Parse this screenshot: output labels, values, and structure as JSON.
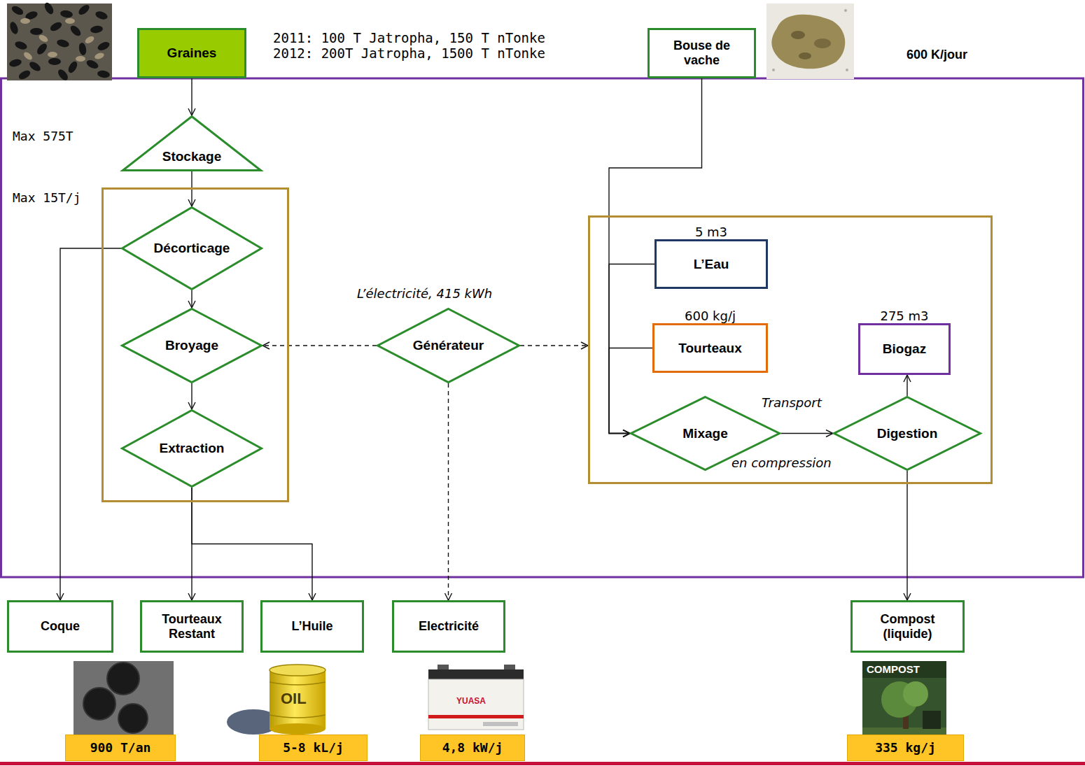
{
  "diagram": {
    "nodes": [
      {
        "text": [
          "Graines"
        ]
      },
      {
        "text": [
          "Bouse de vache"
        ]
      },
      {
        "text": [
          "Stockage"
        ]
      },
      {
        "text": [
          "Max 15T/j"
        ]
      },
      {
        "text": [
          "Décorticage"
        ],
        "in": 3
      },
      {
        "text": [
          "Broyage"
        ],
        "in": 3
      },
      {
        "text": [
          "Extraction"
        ],
        "in": 3
      },
      {
        "text": [
          "Générateur"
        ]
      },
      {
        "text": []
      },
      {
        "text": [
          "5 m3",
          "L’Eau"
        ],
        "in": 8
      },
      {
        "text": [
          "600 kg/j",
          "Tourteaux"
        ],
        "in": 8
      },
      {
        "text": [
          "275 m3",
          "Biogaz"
        ],
        "in": 8
      },
      {
        "text": [
          "Mixage"
        ],
        "in": 8
      },
      {
        "text": [
          "Digestion"
        ],
        "in": 8
      },
      {
        "text": [
          "Coque"
        ]
      },
      {
        "text": [
          "Tourteaux Restant"
        ]
      },
      {
        "text": [
          "L’Huile"
        ]
      },
      {
        "text": [
          "Electricité"
        ]
      },
      {
        "text": [
          "Compost (liquide)"
        ]
      },
      {
        "text": [
          "900 T/an"
        ]
      },
      {
        "text": [
          "5-8 kL/j"
        ]
      },
      {
        "text": [
          "4,8 kW/j"
        ]
      },
      {
        "text": [
          "335 kg/j"
        ]
      }
    ],
    "edges": [
      {
        "from": 0,
        "to": 2,
        "arrow": "to"
      },
      {
        "from": 2,
        "to": 4,
        "arrow": "to"
      },
      {
        "from": 4,
        "to": 5,
        "arrow": "to"
      },
      {
        "from": 5,
        "to": 6,
        "arrow": "to"
      },
      {
        "from": 4,
        "to": 14,
        "arrow": "to"
      },
      {
        "from": 6,
        "to": 15,
        "arrow": "to"
      },
      {
        "from": 6,
        "to": 16,
        "arrow": "to"
      },
      {
        "from": 7,
        "to": 5,
        "arrow": "to"
      },
      {
        "from": 7,
        "to": 8,
        "arrow": "to"
      },
      {
        "from": 7,
        "to": 17,
        "arrow": "to"
      },
      {
        "from": 1,
        "to": 12,
        "arrow": "to"
      },
      {
        "from": 9,
        "to": 12,
        "arrow": "to"
      },
      {
        "from": 10,
        "to": 12,
        "arrow": "to"
      },
      {
        "from": 12,
        "to": 13,
        "label": "Transport",
        "arrow": "to"
      },
      {
        "from": 13,
        "to": 11,
        "arrow": "to"
      },
      {
        "from": 13,
        "to": 18,
        "arrow": "to"
      }
    ],
    "labels": [
      "2011: 100 T Jatropha, 150 T nTonke",
      "2012: 200T Jatropha, 1500 T nTonke",
      "600 K/jour",
      "Max 575T",
      "L’électricité, 415 kWh",
      "en compression",
      "OIL",
      "YUASA",
      "COMPOST"
    ]
  }
}
